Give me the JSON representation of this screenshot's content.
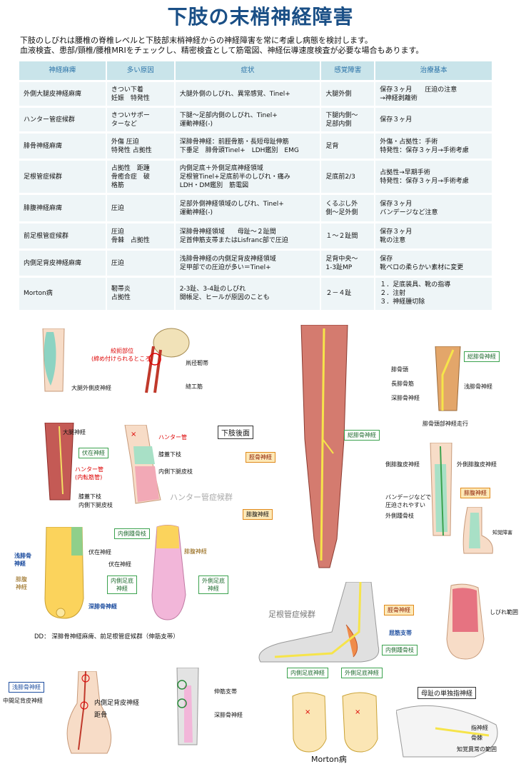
{
  "title": "下肢の末梢神経障害",
  "intro": [
    "下肢のしびれは腰椎の脊椎レベルと下肢部末梢神経からの神経障害を常に考慮し病態を検討します。",
    "血液検査、患部/頸椎/腰椎MRIをチェックし、精密検査として筋電図、神経伝導速度検査が必要な場合もあります。"
  ],
  "table": {
    "headers": [
      "神経麻痺",
      "多い原因",
      "症状",
      "感覚障害",
      "治療基本"
    ],
    "rows": [
      [
        "外側大腿皮神経麻痺",
        "きつい下着\n妊娠　特発性",
        "大腿外側のしびれ、異常感覚、Tinel+",
        "大腿外側",
        "保存３ヶ月　　圧迫の注意\n→神経剥離術"
      ],
      [
        "ハンター管症候群",
        "きついサポー\nターなど",
        "下腿～足部内側のしびれ、Tinel+\n運動神経(-)",
        "下腿内側～\n足部内側",
        "保存３ヶ月"
      ],
      [
        "腓骨神経麻痺",
        "外傷 圧迫\n特発性 占拠性",
        "深腓骨神経：前脛骨筋・長短母趾伸筋\n下垂足　腓骨頭Tinel+　LDH鑑別　EMG",
        "足背",
        "外傷・占拠性：手術\n特発性：保存３ヶ月→手術考慮"
      ],
      [
        "足根管症候群",
        "占拠性　距踵\n骨癒合症　破\n格筋",
        "内側足底＋外側足底神経領域\n足根管Tinel+足底前半のしびれ・痛み\nLDH・DM鑑別　筋電図",
        "足底前2/3",
        "占拠性→早期手術\n特発性：保存３ヶ月→手術考慮"
      ],
      [
        "腓腹神経麻痺",
        "圧迫",
        "足部外側神経領域のしびれ、Tinel+\n運動神経(-)",
        "くるぶし外\n側～足外側",
        "保存３ヶ月\nバンデージなど注意"
      ],
      [
        "前足根管症候群",
        "圧迫\n骨棘　占拠性",
        "深腓骨神経領域　　母趾～２趾間\n足首伸筋支帯またはLisfranc部で圧迫",
        "１～２趾間",
        "保存３ヶ月\n靴の注意"
      ],
      [
        "内側足背皮神経麻痺",
        "圧迫",
        "浅腓骨神経の内側足背皮神経領域\n足甲部での圧迫が多い＝Tinel+",
        "足背中央～\n1-3趾MP",
        "保存\n靴べロの柔らかい素材に変更"
      ],
      [
        "Morton病",
        "靭帯炎\n占拠性",
        "2-3趾、3-4趾のしびれ\n開帳足、ヒールが原因のことも",
        "２－４趾",
        "１．足底装具、靴の指導\n２．注射\n３．神経腫切除"
      ]
    ]
  },
  "figures": {
    "f1": {
      "label": "大腿外側皮神経"
    },
    "f2": {
      "label1": "絞扼部位\n(締め付けられるところ)",
      "label2": "鼡径靭帯",
      "label3": "縫工筋"
    },
    "f3": {
      "label1": "大腿神経",
      "label2": "伏在神経",
      "label3": "ハンター管\n(内転筋管)",
      "label4": "膝蓋下枝",
      "label5": "内側下腿皮枝"
    },
    "f4": {
      "label1": "ハンター管",
      "label2": "膝蓋下枝",
      "label3": "内側下腿皮枝",
      "caption": "ハンター管症候群"
    },
    "f5": {
      "label1": "浅腓骨\n神経",
      "label2": "伏在神経",
      "label3": "腓腹\n神経",
      "label4": "深腓骨神経"
    },
    "f6": {
      "label1": "内側踵骨枝",
      "label2": "腓腹神経",
      "label3": "伏在神経",
      "label4": "内側足底\n神経",
      "label5": "外側足底\n神経"
    },
    "dd": "DD： 深腓骨神経麻痺、前足根管症候群（伸筋支帯）",
    "f7": {
      "caption": "下肢後面",
      "label1": "総腓骨神経",
      "label2": "脛骨神経",
      "label3": "腓腹神経"
    },
    "f8": {
      "label1": "総腓骨神経",
      "label2": "腓骨頭",
      "label3": "長腓骨筋",
      "label4": "浅腓骨神経",
      "label5": "深腓骨神経",
      "caption": "腓骨頭部神経走行"
    },
    "f9": {
      "label1": "側腓腹皮神経",
      "label2": "外側腓腹皮神経",
      "label3": "腓腹神経",
      "label4": "バンデージなどで\n圧迫されやすい",
      "label5": "外側踵骨枝"
    },
    "f10": {
      "label": "知覚障害"
    },
    "f11": {
      "caption": "足根管症候群",
      "label1": "脛骨神経",
      "label2": "屈筋支帯",
      "label3": "内側踵骨枝",
      "label4": "内側足底神経",
      "label5": "外側足底神経"
    },
    "f12": {
      "label": "しびれ範囲"
    },
    "f13": {
      "label1": "浅腓骨神経",
      "label2": "中間足背皮神経",
      "label3": "内側足背皮神経",
      "label4": "距骨"
    },
    "f14": {
      "label1": "伸筋支帯",
      "label2": "深腓骨神経"
    },
    "f15": {
      "caption": "Morton病"
    },
    "f16": {
      "caption": "母趾の単独指神経",
      "label1": "指神経",
      "label2": "骨棘",
      "label3": "知覚異常の範囲"
    }
  }
}
